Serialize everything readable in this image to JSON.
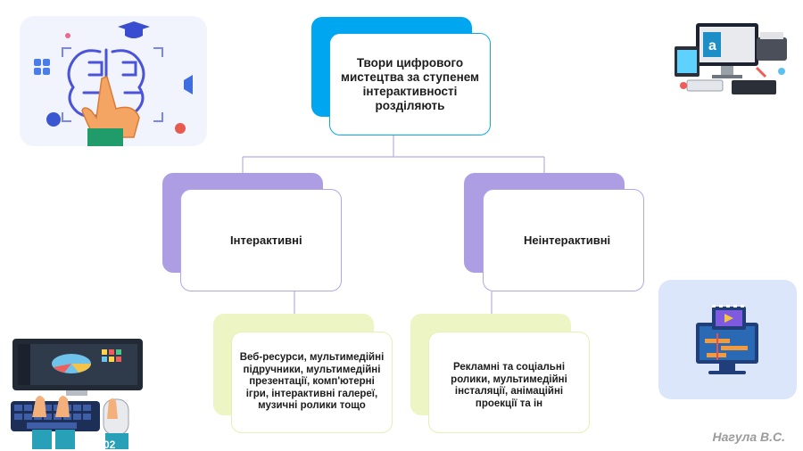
{
  "diagram": {
    "root": "Твори цифрового мистецтва за ступенем інтерактивності розділяють",
    "left_branch": "Інтерактивні",
    "right_branch": "Неінтерактивні",
    "left_leaf": "Веб-ресурси, мультимедійні підручники, мультимедійні презентації, комп'ютерні ігри, інтерактивні галереї, музичні ролики тощо",
    "right_leaf": "Рекламні та соціальні ролики, мультимедійні інсталяції, анімаційні проекції та ін"
  },
  "footer": {
    "author": "Нагула В.С.",
    "badge": "02"
  },
  "colors": {
    "root_accent": "#00a6f0",
    "branch_accent": "#ad9ee4",
    "leaf_accent": "#eef5c4",
    "connector": "#b3a6e8"
  },
  "icons": [
    "brain-touch-icon",
    "design-workstation-icon",
    "computer-keyboard-icon",
    "video-monitor-icon"
  ]
}
